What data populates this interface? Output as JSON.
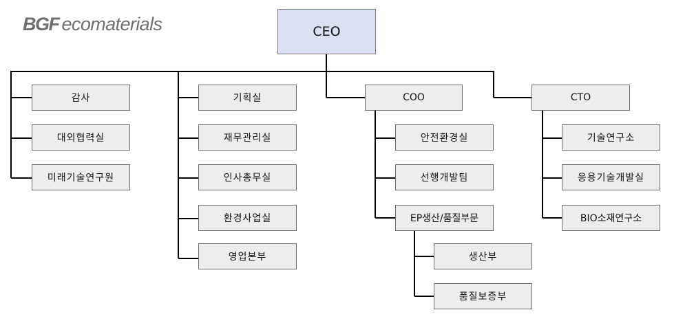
{
  "logo": {
    "bold": "BGF",
    "rest": "ecomaterials"
  },
  "ceo": "CEO",
  "left_group": [
    "감사",
    "대외협력실",
    "미래기술연구원"
  ],
  "planning_group": [
    "기획실",
    "재무관리실",
    "인사총무실",
    "환경사업실",
    "영업본부"
  ],
  "coo": {
    "label": "COO",
    "units": [
      "안전환경실",
      "선행개발팀",
      "EP생산/품질부문"
    ],
    "sub_units": [
      "생산부",
      "품질보증부"
    ]
  },
  "cto": {
    "label": "CTO",
    "units": [
      "기술연구소",
      "응용기술개발실",
      "BIO소재연구소"
    ]
  },
  "colors": {
    "ceo_fill": "#d9e1f2",
    "box_fill": "#ededed",
    "border": "#6b6b6b",
    "line": "#000000"
  }
}
